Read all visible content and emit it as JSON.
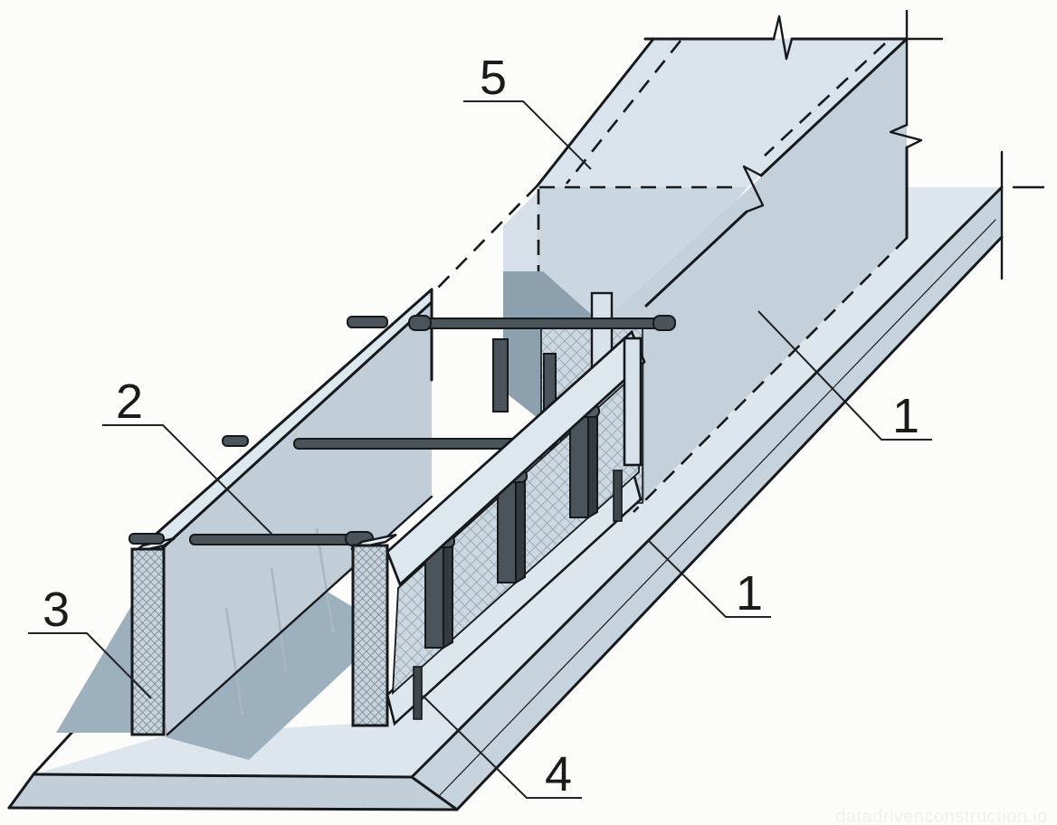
{
  "diagram": {
    "kind": "isometric-construction-detail",
    "callouts": [
      {
        "id": "callout-5",
        "label": "5"
      },
      {
        "id": "callout-2",
        "label": "2"
      },
      {
        "id": "callout-3",
        "label": "3"
      },
      {
        "id": "callout-4",
        "label": "4"
      },
      {
        "id": "callout-1-upper",
        "label": "1"
      },
      {
        "id": "callout-1-lower",
        "label": "1"
      }
    ],
    "watermark": "datadrivenconstruction.io",
    "colors": {
      "background": "#fcfcfb",
      "slab_top": "#dce6ec",
      "slab_side": "#c2ced8",
      "wall_top": "#d8e3eb",
      "wall_front": "#c5d1da",
      "wall_left": "#cbd7e0",
      "panel_face": "#c1ced8",
      "panel_edge": "#dde7ee",
      "mesh_fill": "#ccd7df",
      "mesh_line": "#97a8b3",
      "hatch_fill": "#c8d3db",
      "hatch_line": "#7b8a94",
      "shadow": "#9db0bd",
      "deep_shadow": "#8da0ae",
      "steel": "#4b545b",
      "outline": "#15191c",
      "label": "#1b1b1b"
    }
  }
}
